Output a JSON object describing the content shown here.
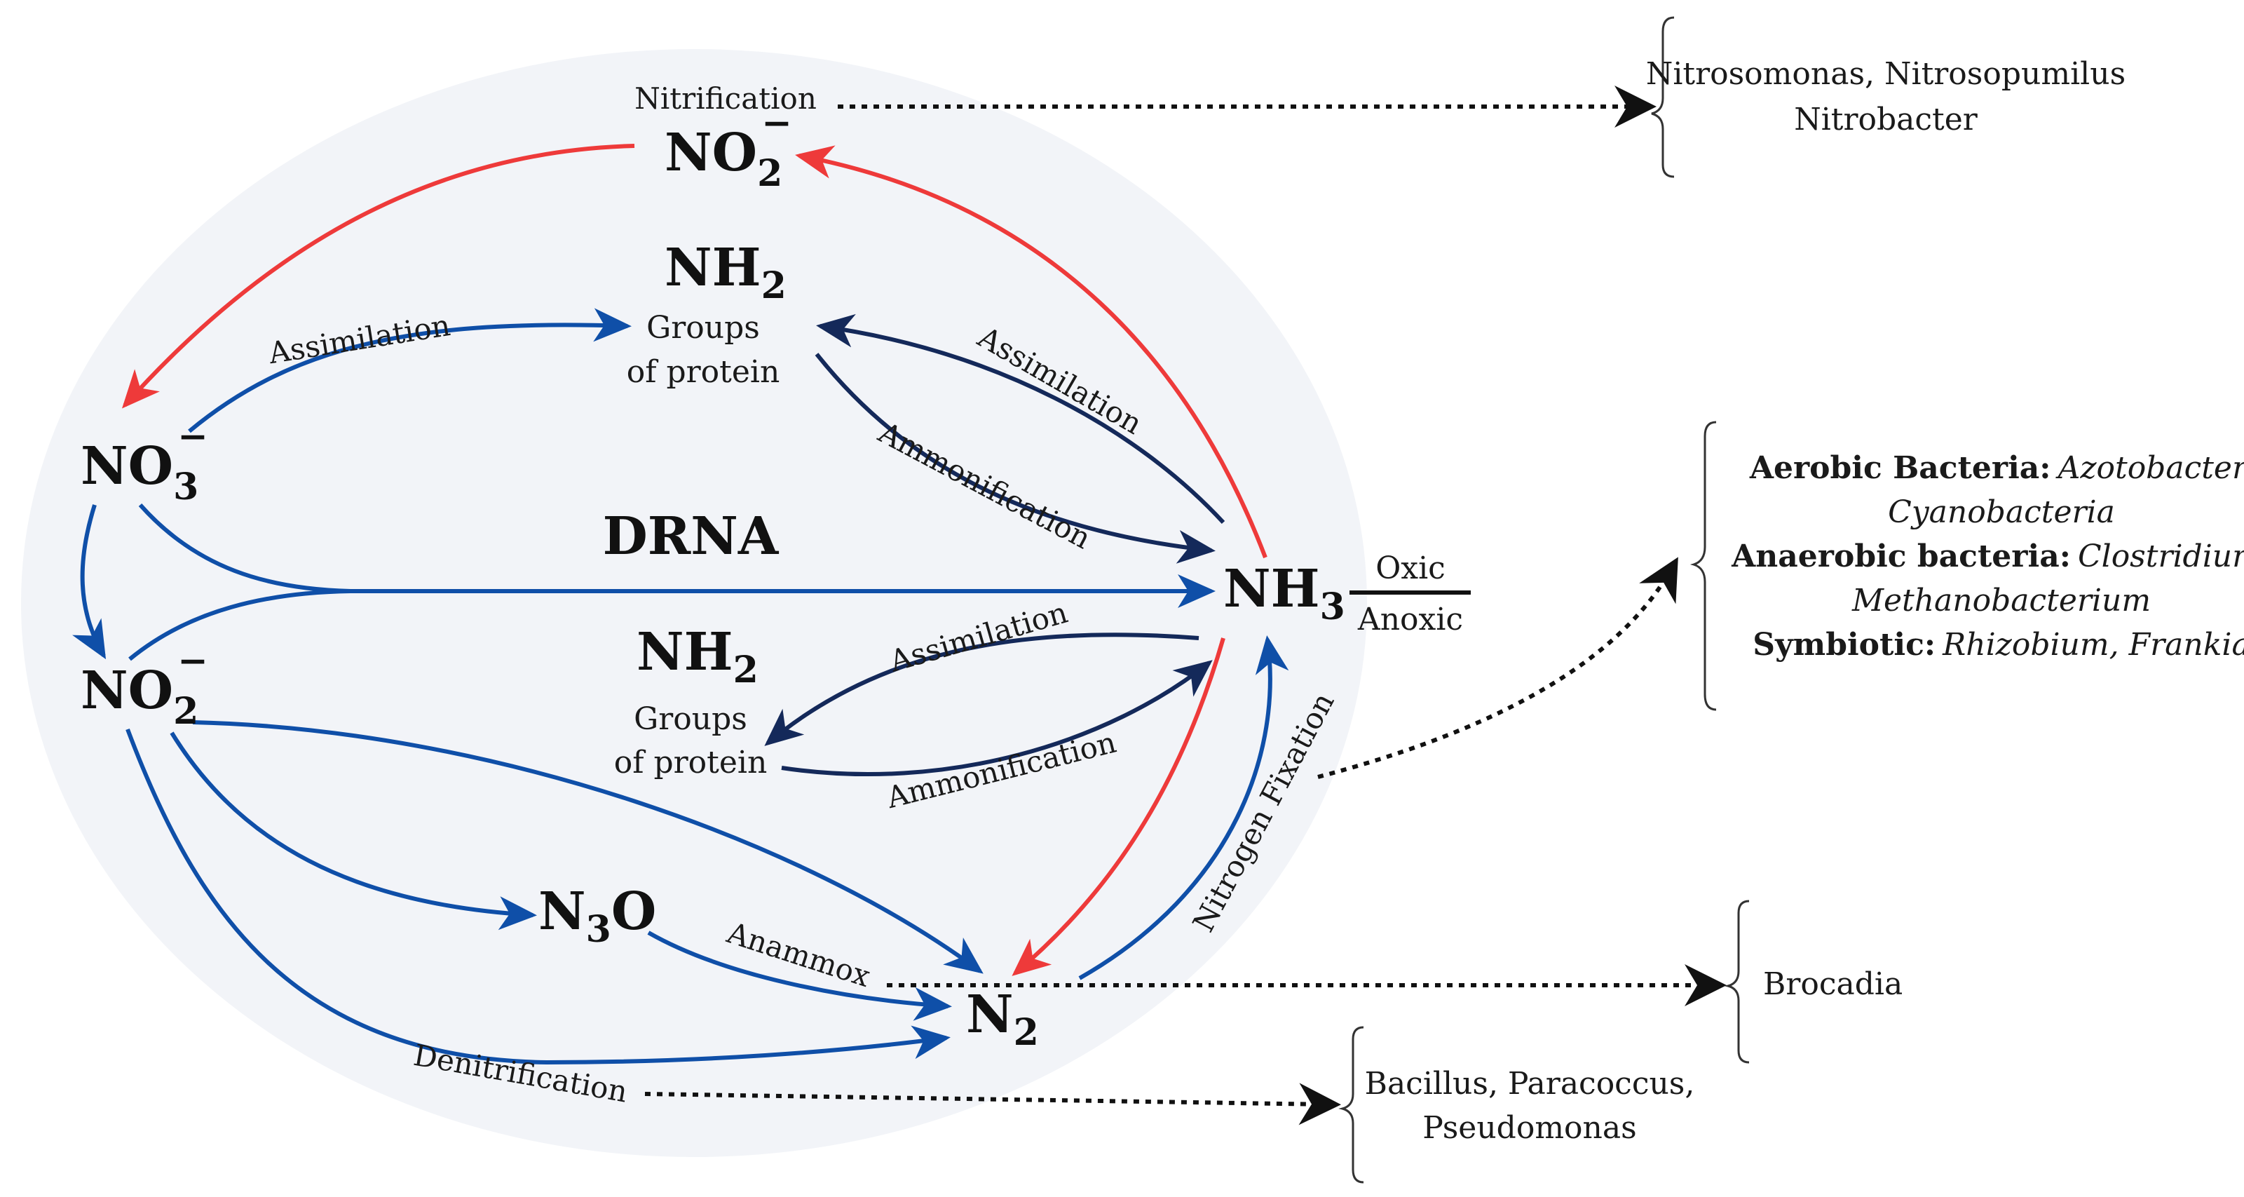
{
  "colors": {
    "background_ellipse": "#f2f4f8",
    "oxidation_arrow": "#ee3a3a",
    "reduction_arrow": "#0f4fa8",
    "assimilation_arrow": "#14295a",
    "dotted_arrow": "#111111"
  },
  "species": {
    "no2_top": {
      "base": "NO",
      "sub": "2",
      "sup": "−"
    },
    "no3": {
      "base": "NO",
      "sub": "3",
      "sup": "−"
    },
    "no2_left": {
      "base": "NO",
      "sub": "2",
      "sup": "−"
    },
    "nh3": {
      "base": "NH",
      "sub": "3"
    },
    "n3o": {
      "base": "N",
      "sub": "3",
      "tail": "O"
    },
    "n2": {
      "base": "N",
      "sub": "2"
    },
    "nh2_top": {
      "base": "NH",
      "sub": "2",
      "line1": "Groups",
      "line2": "of protein"
    },
    "nh2_bottom": {
      "base": "NH",
      "sub": "2",
      "line1": "Groups",
      "line2": "of protein"
    }
  },
  "processes": {
    "nitrification": "Nitrification",
    "assimilation_left": "Assimilation",
    "assimilation_upper": "Assimilation",
    "ammonification_upper": "Ammonification",
    "drna": "DRNA",
    "assimilation_lower": "Assimilation",
    "ammonification_lower": "Ammonification",
    "nitrogen_fixation": "Nitrogen Fixation",
    "anammox": "Anammox",
    "denitrification": "Denitrification"
  },
  "oxic_label": "Oxic",
  "anoxic_label": "Anoxic",
  "organisms": {
    "nitrification": {
      "line1": "Nitrosomonas, Nitrosopumilus",
      "line2": "Nitrobacter"
    },
    "fixation": {
      "aerobic_label": "Aerobic Bacteria:",
      "aerobic_1": "Azotobacter,",
      "aerobic_2": "Cyanobacteria",
      "anaerobic_label": "Anaerobic bacteria:",
      "anaerobic_1": "Clostridium,",
      "anaerobic_2": "Methanobacterium",
      "symbiotic_label": "Symbiotic:",
      "symbiotic_1": "Rhizobium, Frankia"
    },
    "anammox": {
      "line1": "Brocadia"
    },
    "denitrification": {
      "line1": "Bacillus, Paracoccus,",
      "line2": "Pseudomonas"
    }
  }
}
